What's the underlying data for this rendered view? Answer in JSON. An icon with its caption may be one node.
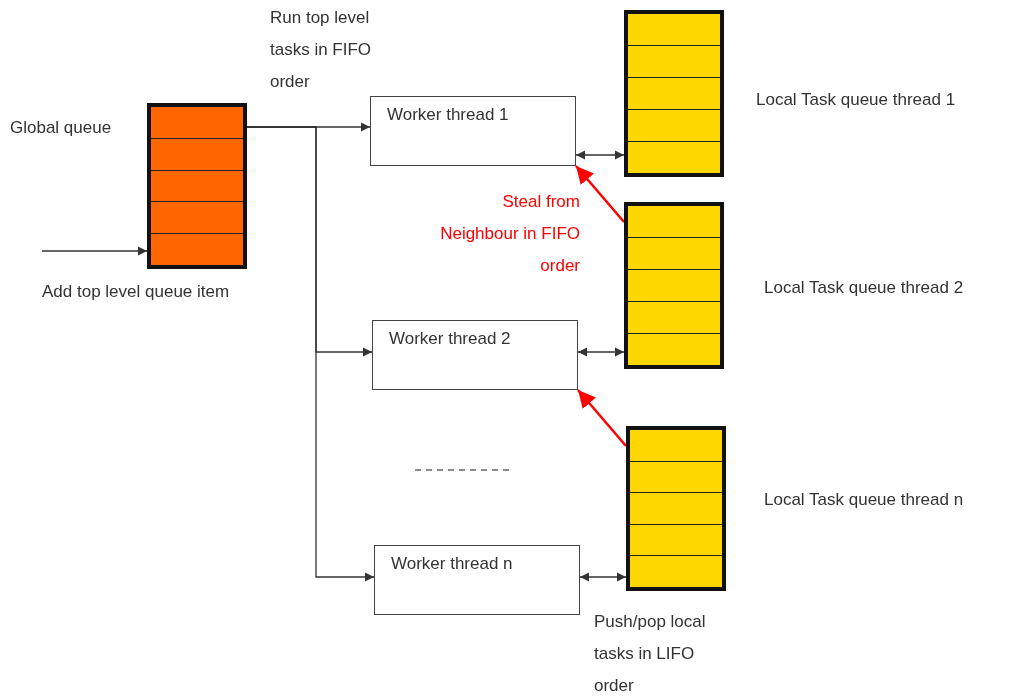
{
  "diagram": {
    "nodes": [
      {
        "text": [
          "Global queue"
        ]
      },
      {
        "text": [
          "Worker thread 1"
        ]
      },
      {
        "text": [
          "Worker thread 2"
        ]
      },
      {
        "text": [
          "Worker thread n"
        ]
      },
      {
        "text": [
          "Local Task queue thread 1"
        ]
      },
      {
        "text": [
          "Local Task queue thread 2"
        ]
      },
      {
        "text": [
          "Local Task queue thread n"
        ]
      }
    ],
    "edges": [
      {
        "from": null,
        "to": 0,
        "arrow": "to",
        "label": "Add top level queue item"
      },
      {
        "from": 0,
        "to": 1,
        "arrow": "to"
      },
      {
        "from": 0,
        "to": 2,
        "arrow": "to"
      },
      {
        "from": 0,
        "to": 3,
        "arrow": "to"
      },
      {
        "from": 1,
        "to": 4,
        "arrow": "both"
      },
      {
        "from": 5,
        "to": 1,
        "arrow": "to",
        "label": "Steal from Neighbour in FIFO order",
        "color": "#ff0000"
      },
      {
        "from": 2,
        "to": 5,
        "arrow": "both"
      },
      {
        "from": 6,
        "to": 2,
        "arrow": "to",
        "color": "#ff0000"
      },
      {
        "from": 3,
        "to": 6,
        "arrow": "both"
      }
    ],
    "labels": [
      "Run top level tasks in FIFO order",
      "Push/pop local tasks in LIFO order"
    ]
  }
}
